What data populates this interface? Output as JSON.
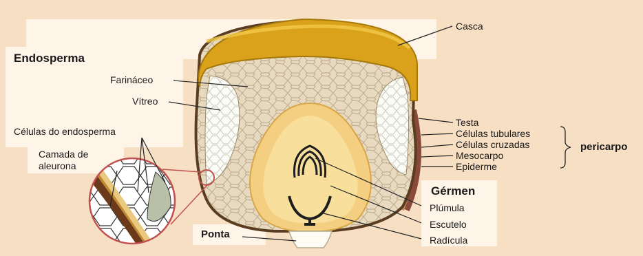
{
  "labels": {
    "casca": "Casca",
    "endosperma": "Endosperma",
    "farinaceo": "Farináceo",
    "vitreo": "Vítreo",
    "celulas_endosperma": "Células do endosperma",
    "camada_aleurona_1": "Camada de",
    "camada_aleurona_2": "aleurona",
    "testa": "Testa",
    "celulas_tubulares": "Células tubulares",
    "celulas_cruzadas": "Células cruzadas",
    "mesocarpo": "Mesocarpo",
    "epiderme": "Epiderme",
    "pericarpo": "pericarpo",
    "germen": "Gérmen",
    "plumula": "Plúmula",
    "escutelo": "Escutelo",
    "radicula": "Radícula",
    "ponta": "Ponta"
  },
  "colors": {
    "background": "#f7dfc4",
    "panel": "#fff4e8",
    "casca": "#d9a21a",
    "endosperm": "#e6d8bd",
    "vitreous": "#fbfbf6",
    "germ": "#f4cf82",
    "germ_inner": "#f8df9c",
    "pericarp_brown": "#8a4a3a"
  }
}
